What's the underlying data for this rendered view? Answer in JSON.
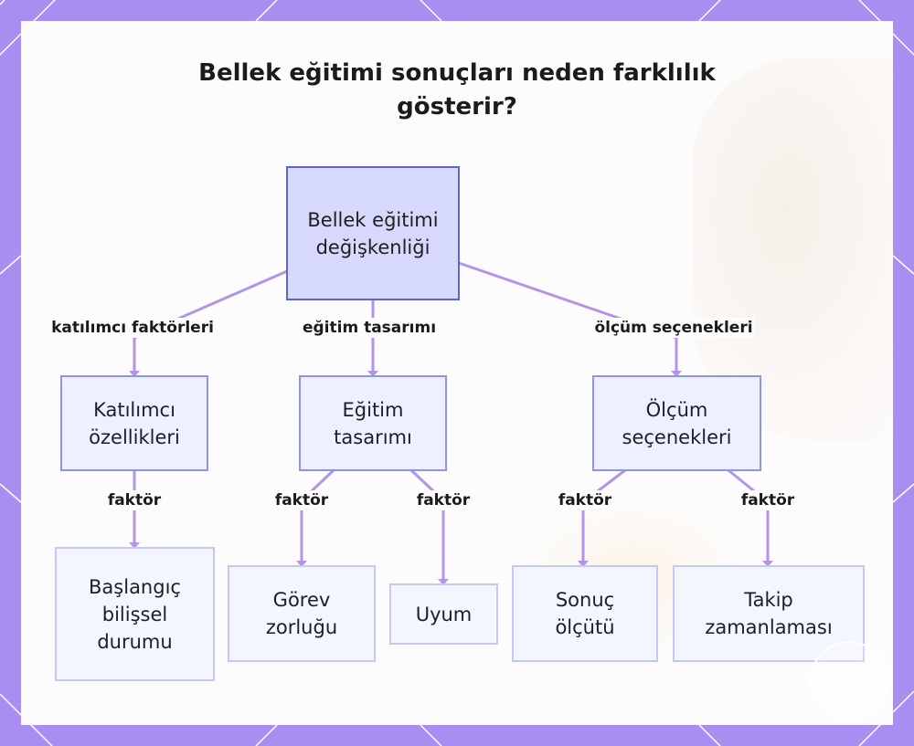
{
  "title": "Bellek eğitimi sonuçları neden farklılık gösterir?",
  "colors": {
    "frame": "#a98ef2",
    "card": "#fdfcfc",
    "connector": "#b295e6",
    "root_fill": "#d6d9fb",
    "root_border": "#5f65c9",
    "node_fill": "#eef0ff",
    "node_border": "#8d93e6",
    "leaf_fill": "#f3f5ff",
    "leaf_border": "#c4c9f3"
  },
  "nodes": {
    "root": "Bellek eğitimi değişkenliği",
    "katilimci": "Katılımcı özellikleri",
    "egitim": "Eğitim tasarımı",
    "olcum": "Ölçüm seçenekleri",
    "baslangic": "Başlangıç bilişsel durumu",
    "gorev": "Görev zorluğu",
    "uyum": "Uyum",
    "sonuc": "Sonuç ölçütü",
    "takip": "Takip zamanlaması"
  },
  "edge_labels": {
    "katilimci": "katılımcı faktörleri",
    "egitim": "eğitim tasarımı",
    "olcum": "ölçüm seçenekleri",
    "baslangic": "faktör",
    "gorev": "faktör",
    "uyum": "faktör",
    "sonuc": "faktör",
    "takip": "faktör"
  }
}
